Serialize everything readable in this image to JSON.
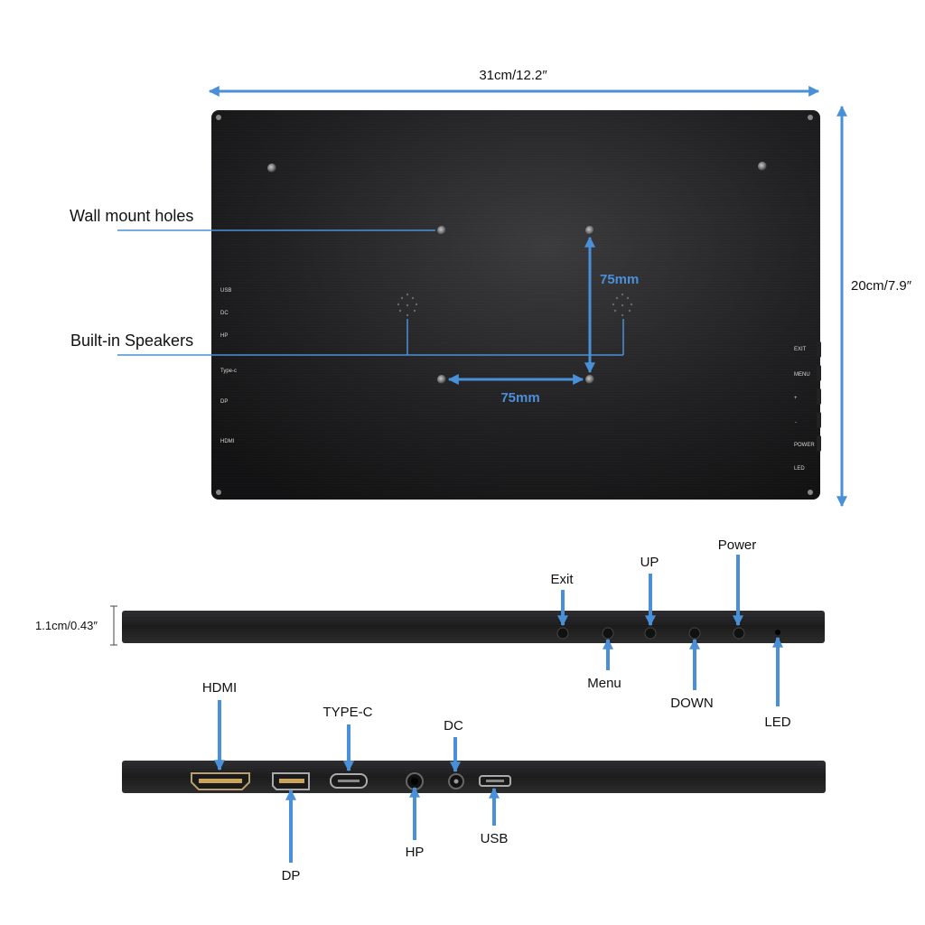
{
  "dimensions": {
    "width": "31cm/12.2″",
    "height": "20cm/7.9″",
    "thickness": "1.1cm/0.43″",
    "mount_h": "75mm",
    "mount_v": "75mm"
  },
  "callouts": {
    "wall_mount": "Wall mount holes",
    "speakers": "Built-in Speakers"
  },
  "back_panel_left_labels": [
    "USB",
    "DC",
    "HP",
    "Type-c",
    "DP",
    "HDMI"
  ],
  "back_panel_right_labels": [
    "EXIT",
    "MENU",
    "+",
    "-",
    "POWER",
    "LED"
  ],
  "side_buttons": {
    "exit": "Exit",
    "menu": "Menu",
    "up": "UP",
    "down": "DOWN",
    "power": "Power",
    "led": "LED"
  },
  "ports": {
    "hdmi": "HDMI",
    "dp": "DP",
    "typec": "TYPE-C",
    "hp": "HP",
    "dc": "DC",
    "usb": "USB"
  },
  "colors": {
    "accent_arrow": "#4a90d9",
    "panel": "#1c1c1e"
  }
}
